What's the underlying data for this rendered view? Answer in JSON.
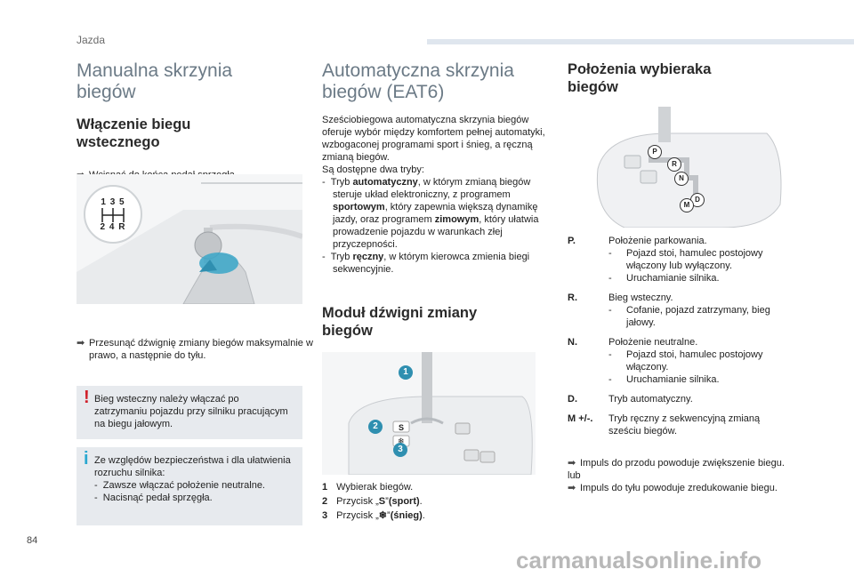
{
  "header": {
    "section": "Jazda"
  },
  "col1": {
    "title": "Manualna skrzynia biegów",
    "subtitle": "Włączenie biegu wstecznego",
    "step1": "Wcisnąć do końca pedał sprzęgła.",
    "knob_top": "1 3 5",
    "knob_bottom": "2 4 R",
    "step2": "Przesunąć dźwignię zmiany biegów maksymalnie w prawo, a następnie do tyłu.",
    "warning": "Bieg wsteczny należy włączać po zatrzymaniu pojazdu przy silniku pracującym na biegu jałowym.",
    "info_intro": "Ze względów bezpieczeństwa i dla ułatwienia rozruchu silnika:",
    "info_items": [
      "Zawsze włączać położenie neutralne.",
      "Nacisnąć pedał sprzęgła."
    ]
  },
  "col2": {
    "title": "Automatyczna skrzynia biegów (EAT6)",
    "intro": "Sześciobiegowa automatyczna skrzynia biegów oferuje wybór między komfortem pełnej automatyki, wzbogaconej programami sport i śnieg, a ręczną zmianą biegów.",
    "modes_intro": "Są dostępne dwa tryby:",
    "mode1_pre": "Tryb ",
    "mode1_bold": "automatyczny",
    "mode1_mid": ", w którym zmianą biegów steruje układ elektroniczny, z programem ",
    "mode1_bold2": "sportowym",
    "mode1_mid2": ", który zapewnia większą dynamikę jazdy, oraz programem ",
    "mode1_bold3": "zimowym",
    "mode1_post": ", który ułatwia prowadzenie pojazdu w warunkach złej przyczepności.",
    "mode2_pre": "Tryb ",
    "mode2_bold": "ręczny",
    "mode2_post": ", w którym kierowca zmienia biegi sekwencyjnie.",
    "module_title": "Moduł dźwigni zmiany biegów",
    "callouts": [
      "1",
      "2",
      "3"
    ],
    "list": [
      {
        "n": "1",
        "text": "Wybierak biegów."
      },
      {
        "n": "2",
        "pre": "Przycisk „",
        "bold": "S",
        "mid": "” ",
        "bold2": "(sport)",
        "post": "."
      },
      {
        "n": "3",
        "pre": "Przycisk „",
        "bold": "❄",
        "mid": "” ",
        "bold2": "(śnieg)",
        "post": "."
      }
    ]
  },
  "col3": {
    "title": "Położenia wybieraka biegów",
    "gate_labels": [
      "P",
      "R",
      "N",
      "D",
      "M"
    ],
    "defs": [
      {
        "k": "P.",
        "v": "Położenie parkowania.",
        "subs": [
          "Pojazd stoi, hamulec postojowy włączony lub wyłączony.",
          "Uruchamianie silnika."
        ]
      },
      {
        "k": "R.",
        "v": "Bieg wsteczny.",
        "subs": [
          "Cofanie, pojazd zatrzymany, bieg jałowy."
        ]
      },
      {
        "k": "N.",
        "v": "Położenie neutralne.",
        "subs": [
          "Pojazd stoi, hamulec postojowy włączony.",
          "Uruchamianie silnika."
        ]
      },
      {
        "k": "D.",
        "v": "Tryb automatyczny.",
        "subs": []
      },
      {
        "k": "M +/-.",
        "v": "Tryb ręczny z sekwencyjną zmianą sześciu biegów.",
        "subs": []
      }
    ],
    "impulse_up": "Impuls do przodu powoduje zwiększenie biegu.",
    "or": "lub",
    "impulse_down": "Impuls do tyłu powoduje zredukowanie biegu."
  },
  "footer": {
    "page": "84",
    "watermark": "carmanualsonline.info"
  },
  "colors": {
    "accent": "#3aa6c8",
    "title_grey": "#6b7a86",
    "box_bg": "#e7eaee",
    "warn_red": "#d0202a",
    "info_cyan": "#2aa8d0",
    "callout_teal": "#2f8fb0"
  }
}
